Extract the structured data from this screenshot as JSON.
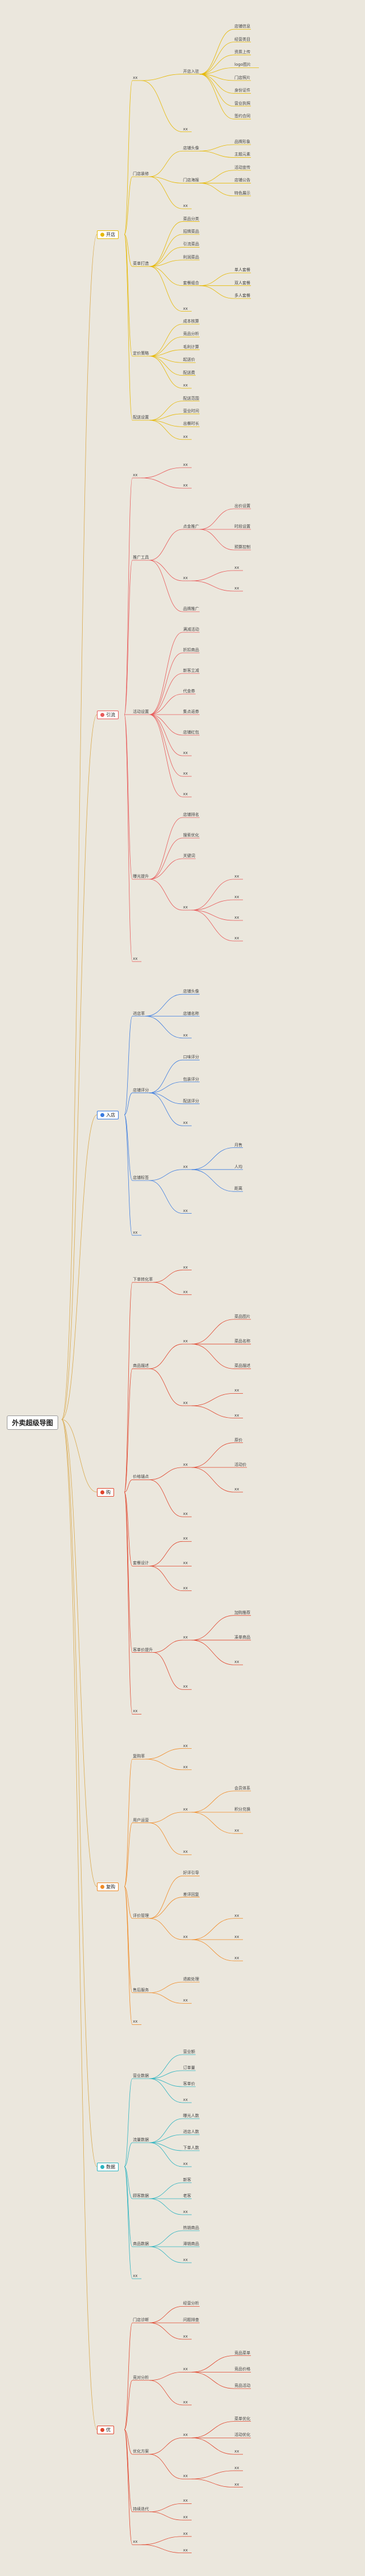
{
  "title": "外卖超级导图",
  "colors": {
    "root_wire": "#d9a84a",
    "b1": "#e6b800",
    "b2": "#e85a5a",
    "b3": "#3a7be0",
    "b4": "#e0442c",
    "b5": "#f08a24",
    "b6": "#2bb3c0",
    "b7": "#e0442c"
  },
  "branches": [
    {
      "id": "b1",
      "label": "开店",
      "icon": "shop-icon",
      "children": [
        {
          "label": "xx",
          "children": [
            {
              "label": "开店入驻",
              "children": [
                {
                  "label": "店铺信息"
                },
                {
                  "label": "经营类目"
                },
                {
                  "label": "资质上传"
                },
                {
                  "label": "logo图片"
                },
                {
                  "label": "门店照片"
                },
                {
                  "label": "身份证件"
                },
                {
                  "label": "营业执照"
                },
                {
                  "label": "签约合同"
                }
              ]
            },
            {
              "label": "xx"
            }
          ]
        },
        {
          "label": "门店装修",
          "children": [
            {
              "label": "店铺头像",
              "children": [
                {
                  "label": "品牌形象"
                },
                {
                  "label": "主题元素"
                }
              ]
            },
            {
              "label": "门店海报",
              "children": [
                {
                  "label": "活动宣传"
                },
                {
                  "label": "店铺公告"
                },
                {
                  "label": "特色展示"
                }
              ]
            },
            {
              "label": "xx"
            }
          ]
        },
        {
          "label": "菜单打造",
          "children": [
            {
              "label": "菜品分类"
            },
            {
              "label": "招牌菜品"
            },
            {
              "label": "引流菜品"
            },
            {
              "label": "利润菜品"
            },
            {
              "label": "套餐组合",
              "children": [
                {
                  "label": "单人套餐"
                },
                {
                  "label": "双人套餐"
                },
                {
                  "label": "多人套餐"
                }
              ]
            },
            {
              "label": "xx"
            }
          ]
        },
        {
          "label": "定价策略",
          "children": [
            {
              "label": "成本核算"
            },
            {
              "label": "竞品分析"
            },
            {
              "label": "毛利计算"
            },
            {
              "label": "起送价"
            },
            {
              "label": "配送费"
            },
            {
              "label": "xx"
            }
          ]
        },
        {
          "label": "配送设置",
          "children": [
            {
              "label": "配送范围"
            },
            {
              "label": "营业时间"
            },
            {
              "label": "出餐时长"
            },
            {
              "label": "xx"
            }
          ]
        }
      ]
    },
    {
      "id": "b2",
      "label": "引流",
      "icon": "flame-icon",
      "children": [
        {
          "label": "xx",
          "children": [
            {
              "label": "xx"
            },
            {
              "label": "xx"
            }
          ]
        },
        {
          "label": "推广工具",
          "children": [
            {
              "label": "点金推广",
              "children": [
                {
                  "label": "出价设置"
                },
                {
                  "label": "时段设置"
                },
                {
                  "label": "预算控制"
                }
              ]
            },
            {
              "label": "xx",
              "children": [
                {
                  "label": "xx"
                },
                {
                  "label": "xx"
                }
              ]
            },
            {
              "label": "品牌推广"
            }
          ]
        },
        {
          "label": "活动设置",
          "children": [
            {
              "label": "满减活动"
            },
            {
              "label": "折扣商品"
            },
            {
              "label": "新客立减"
            },
            {
              "label": "代金券"
            },
            {
              "label": "集点返券"
            },
            {
              "label": "店铺红包"
            },
            {
              "label": "xx"
            },
            {
              "label": "xx"
            },
            {
              "label": "xx"
            }
          ]
        },
        {
          "label": "曝光提升",
          "children": [
            {
              "label": "店铺排名"
            },
            {
              "label": "搜索优化"
            },
            {
              "label": "关键词"
            },
            {
              "label": "xx",
              "children": [
                {
                  "label": "xx"
                },
                {
                  "label": "xx"
                },
                {
                  "label": "xx"
                },
                {
                  "label": "xx"
                }
              ]
            }
          ]
        },
        {
          "label": "xx"
        }
      ]
    },
    {
      "id": "b3",
      "label": "入店",
      "icon": "door-icon",
      "children": [
        {
          "label": "进店率",
          "children": [
            {
              "label": "店铺头像"
            },
            {
              "label": "店铺名称"
            },
            {
              "label": "xx"
            }
          ]
        },
        {
          "label": "店铺评分",
          "children": [
            {
              "label": "口味评分"
            },
            {
              "label": "包装评分"
            },
            {
              "label": "配送评分"
            },
            {
              "label": "xx"
            }
          ]
        },
        {
          "label": "店铺标签",
          "children": [
            {
              "label": "xx",
              "children": [
                {
                  "label": "月售"
                },
                {
                  "label": "人均"
                },
                {
                  "label": "距离"
                }
              ]
            },
            {
              "label": "xx"
            }
          ]
        },
        {
          "label": "xx"
        }
      ]
    },
    {
      "id": "b4",
      "label": "购",
      "icon": "cart-icon",
      "children": [
        {
          "label": "下单转化率",
          "children": [
            {
              "label": "xx"
            },
            {
              "label": "xx"
            }
          ]
        },
        {
          "label": "商品描述",
          "children": [
            {
              "label": "xx",
              "children": [
                {
                  "label": "菜品图片"
                },
                {
                  "label": "菜品名称"
                },
                {
                  "label": "菜品描述"
                }
              ]
            },
            {
              "label": "xx",
              "children": [
                {
                  "label": "xx"
                },
                {
                  "label": "xx"
                }
              ]
            }
          ]
        },
        {
          "label": "价格锚点",
          "children": [
            {
              "label": "xx",
              "children": [
                {
                  "label": "原价"
                },
                {
                  "label": "活动价"
                },
                {
                  "label": "xx"
                }
              ]
            },
            {
              "label": "xx"
            }
          ]
        },
        {
          "label": "套餐设计",
          "children": [
            {
              "label": "xx"
            },
            {
              "label": "xx"
            },
            {
              "label": "xx"
            }
          ]
        },
        {
          "label": "客单价提升",
          "children": [
            {
              "label": "xx",
              "children": [
                {
                  "label": "加购推荐"
                },
                {
                  "label": "凑单商品"
                },
                {
                  "label": "xx"
                }
              ]
            },
            {
              "label": "xx"
            }
          ]
        },
        {
          "label": "xx"
        }
      ]
    },
    {
      "id": "b5",
      "label": "复购",
      "icon": "refresh-icon",
      "children": [
        {
          "label": "复购率",
          "children": [
            {
              "label": "xx"
            },
            {
              "label": "xx"
            }
          ]
        },
        {
          "label": "用户运营",
          "children": [
            {
              "label": "xx",
              "children": [
                {
                  "label": "会员体系"
                },
                {
                  "label": "积分兑换"
                },
                {
                  "label": "xx"
                }
              ]
            },
            {
              "label": "xx"
            }
          ]
        },
        {
          "label": "评价管理",
          "children": [
            {
              "label": "好评引导"
            },
            {
              "label": "差评回复"
            },
            {
              "label": "xx",
              "children": [
                {
                  "label": "xx"
                },
                {
                  "label": "xx"
                },
                {
                  "label": "xx"
                }
              ]
            }
          ]
        },
        {
          "label": "售后服务",
          "children": [
            {
              "label": "退款处理"
            },
            {
              "label": "xx"
            }
          ]
        },
        {
          "label": "xx"
        }
      ]
    },
    {
      "id": "b6",
      "label": "数据",
      "icon": "chart-icon",
      "children": [
        {
          "label": "营业数据",
          "children": [
            {
              "label": "营业额"
            },
            {
              "label": "订单量"
            },
            {
              "label": "客单价"
            },
            {
              "label": "xx"
            }
          ]
        },
        {
          "label": "流量数据",
          "children": [
            {
              "label": "曝光人数"
            },
            {
              "label": "进店人数"
            },
            {
              "label": "下单人数"
            },
            {
              "label": "xx"
            }
          ]
        },
        {
          "label": "顾客数据",
          "children": [
            {
              "label": "新客"
            },
            {
              "label": "老客"
            },
            {
              "label": "xx"
            }
          ]
        },
        {
          "label": "商品数据",
          "children": [
            {
              "label": "热销商品"
            },
            {
              "label": "滞销商品"
            },
            {
              "label": "xx"
            }
          ]
        },
        {
          "label": "xx"
        }
      ]
    },
    {
      "id": "b7",
      "label": "优",
      "icon": "heart-icon",
      "children": [
        {
          "label": "门店诊断",
          "children": [
            {
              "label": "经营分析"
            },
            {
              "label": "问题排查"
            },
            {
              "label": "xx"
            }
          ]
        },
        {
          "label": "竞对分析",
          "children": [
            {
              "label": "xx",
              "children": [
                {
                  "label": "竞品菜单"
                },
                {
                  "label": "竞品价格"
                },
                {
                  "label": "竞品活动"
                }
              ]
            },
            {
              "label": "xx"
            }
          ]
        },
        {
          "label": "优化方案",
          "children": [
            {
              "label": "xx",
              "children": [
                {
                  "label": "菜单优化"
                },
                {
                  "label": "活动优化"
                },
                {
                  "label": "xx"
                }
              ]
            },
            {
              "label": "xx",
              "children": [
                {
                  "label": "xx"
                },
                {
                  "label": "xx"
                }
              ]
            }
          ]
        },
        {
          "label": "持续迭代",
          "children": [
            {
              "label": "xx"
            },
            {
              "label": "xx"
            }
          ]
        },
        {
          "label": "xx",
          "children": [
            {
              "label": "xx"
            },
            {
              "label": "xx"
            }
          ]
        }
      ]
    }
  ]
}
